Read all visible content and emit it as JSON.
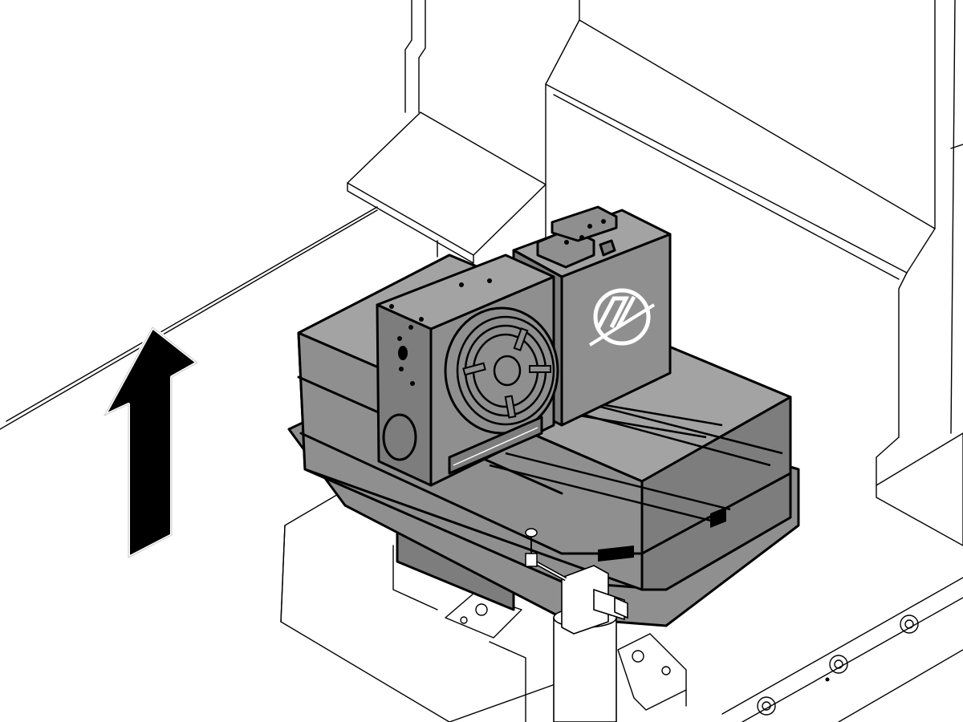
{
  "figure": {
    "colors": {
      "machine_gray": "#8f8f8f",
      "line": "#000000",
      "background": "#ffffff",
      "arrow": "#000000"
    },
    "parts": [
      "enclosure",
      "machine-table",
      "rotary-unit",
      "rotary-faceplate",
      "rotary-motor-housing",
      "brand-logo",
      "dial-indicator-stand",
      "up-arrow"
    ],
    "arrow_direction": "up"
  }
}
